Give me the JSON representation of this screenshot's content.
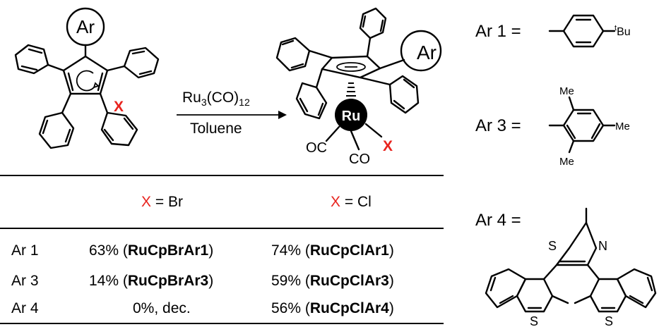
{
  "scheme": {
    "reactant": {
      "aryl_label": "Ar",
      "halide_label": "X"
    },
    "arrow": {
      "reagent_main": "Ru",
      "reagent_sub1": "3",
      "reagent_mid": "(CO)",
      "reagent_sub2": "12",
      "solvent": "Toluene"
    },
    "product": {
      "aryl_label": "Ar",
      "metal_label": "Ru",
      "co_left": "OC",
      "co_bottom": "CO",
      "halide_label": "X"
    }
  },
  "aryl_legend": [
    {
      "name": "Ar 1 =",
      "substituent": "tBu"
    },
    {
      "name": "Ar 3 =",
      "substituents": [
        "Me",
        "Me",
        "Me"
      ]
    },
    {
      "name": "Ar 4 =",
      "heteroatoms": [
        "S",
        "N",
        "S",
        "S"
      ]
    }
  ],
  "table": {
    "headers": [
      {
        "x_label": "X",
        "rest": " = Br"
      },
      {
        "x_label": "X",
        "rest": " = Cl"
      }
    ],
    "rows": [
      {
        "label": "Ar 1",
        "br_yield": "63% (",
        "br_name": "RuCpBrAr1",
        "br_close": ")",
        "cl_yield": "74% (",
        "cl_name": "RuCpClAr1",
        "cl_close": ")"
      },
      {
        "label": "Ar 3",
        "br_yield": "14% (",
        "br_name": "RuCpBrAr3",
        "br_close": ")",
        "cl_yield": "59% (",
        "cl_name": "RuCpClAr3",
        "cl_close": ")"
      },
      {
        "label": "Ar 4",
        "br_yield": "0%, dec.",
        "br_name": "",
        "br_close": "",
        "cl_yield": "56% (",
        "cl_name": "RuCpClAr4",
        "cl_close": ")"
      }
    ]
  },
  "colors": {
    "halide": "#e8231e",
    "metal_fill": "#000000",
    "metal_text": "#ffffff"
  }
}
